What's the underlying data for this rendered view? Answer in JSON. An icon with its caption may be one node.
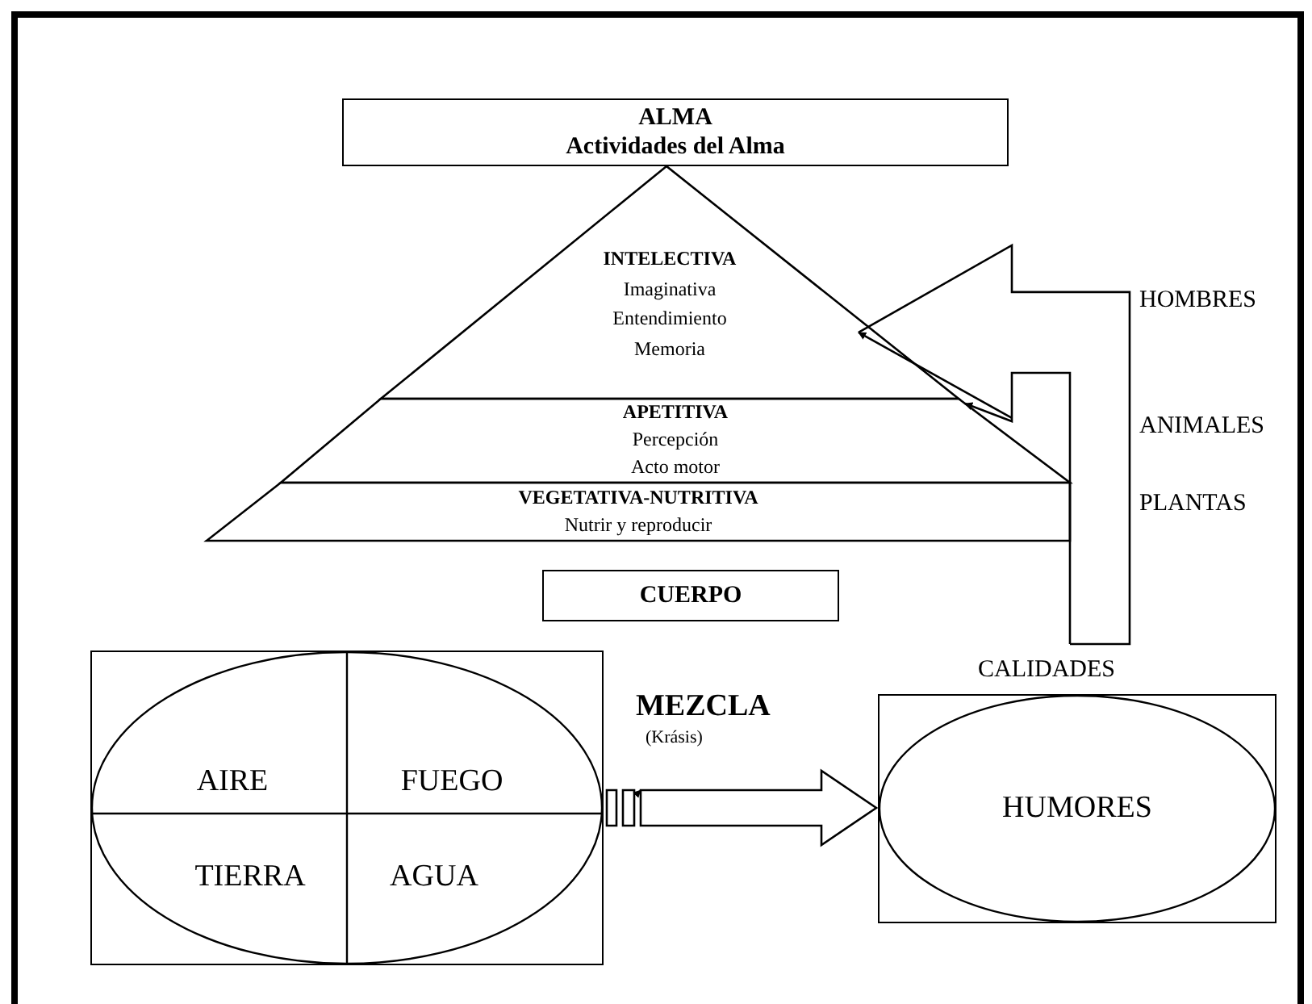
{
  "diagram": {
    "nodes": [
      {
        "text": [
          "ALMA",
          "Actividades del Alma"
        ]
      },
      {
        "text": [
          "INTELECTIVA",
          "Imaginativa",
          "Entendimiento",
          "Memoria"
        ]
      },
      {
        "text": [
          "APETITIVA",
          "Percepción",
          "Acto motor"
        ]
      },
      {
        "text": [
          "VEGETATIVA-NUTRITIVA",
          "Nutrir y reproducir"
        ]
      },
      {
        "text": [
          "CUERPO"
        ]
      },
      {
        "text": [],
        "shape": "box"
      },
      {
        "text": [
          "AIRE"
        ],
        "in": 5
      },
      {
        "text": [
          "FUEGO"
        ],
        "in": 5
      },
      {
        "text": [
          "TIERRA"
        ],
        "in": 5
      },
      {
        "text": [
          "AGUA"
        ],
        "in": 5
      },
      {
        "text": [
          "CALIDADES",
          "HUMORES"
        ]
      }
    ],
    "edges": [
      {
        "from": 10,
        "to": 1,
        "arrow": "to"
      },
      {
        "from": 10,
        "to": 2,
        "arrow": "to"
      },
      {
        "from": 5,
        "to": 10,
        "arrow": "to",
        "label": "MEZCLA"
      }
    ],
    "labels": [
      "HOMBRES",
      "ANIMALES",
      "PLANTAS",
      "(Krásis)"
    ]
  }
}
